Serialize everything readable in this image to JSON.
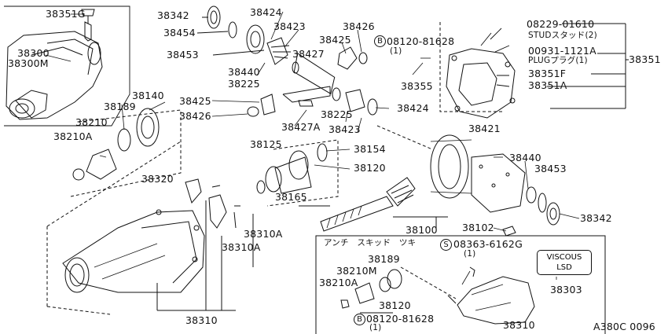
{
  "diagram_code": "A380C 0096",
  "part_numbers": {
    "p38351G": "38351G",
    "p38300": "38300",
    "p38300M": "38300M",
    "p38342_top": "38342",
    "p38424_top": "38424",
    "p38454": "38454",
    "p38423_top": "38423",
    "p38453_top": "38453",
    "p38440_top": "38440",
    "p38225_top": "38225",
    "p38427": "38427",
    "p38426_top": "38426",
    "p38425_top": "38425",
    "p38355": "38355",
    "p38425_mid": "38425",
    "p38426_mid": "38426",
    "p38427A": "38427A",
    "p38225_mid": "38225",
    "p38423_mid": "38423",
    "p38424_mid": "38424",
    "p38140": "38140",
    "p38189_top": "38189",
    "p38210": "38210",
    "p38210A_top": "38210A",
    "p38351": "38351",
    "p38351F": "38351F",
    "p38351A": "38351A",
    "p38125": "38125",
    "p38154": "38154",
    "p38120_top": "38120",
    "p38165": "38165",
    "p38421": "38421",
    "p38440_mid": "38440",
    "p38453_mid": "38453",
    "p38342_mid": "38342",
    "p38102": "38102",
    "p38100": "38100",
    "p38320": "38320",
    "p38310A_1": "38310A",
    "p38310A_2": "38310A",
    "p38310_main": "38310",
    "p38189_box": "38189",
    "p38210M": "38210M",
    "p38210A_box": "38210A",
    "p38120_box": "38120",
    "p38303": "38303",
    "p38310_box": "38310"
  },
  "bolt_refs": {
    "b1_badge": "B",
    "b1_num": "08120-81628",
    "b1_qty": "(1)",
    "stud_num": "08229-01610",
    "stud_desc": "STUDスタッド(2)",
    "plug_num": "00931-1121A",
    "plug_desc": "PLUGプラグ(1)",
    "s_badge": "S",
    "s_num": "08363-6162G",
    "s_qty": "(1)",
    "b2_badge": "B",
    "b2_num": "08120-81628",
    "b2_qty": "(1)"
  },
  "inset": {
    "caption": "アンチ　スキッド　ツキ",
    "viscous_line1": "VISCOUS",
    "viscous_line2": "LSD"
  }
}
